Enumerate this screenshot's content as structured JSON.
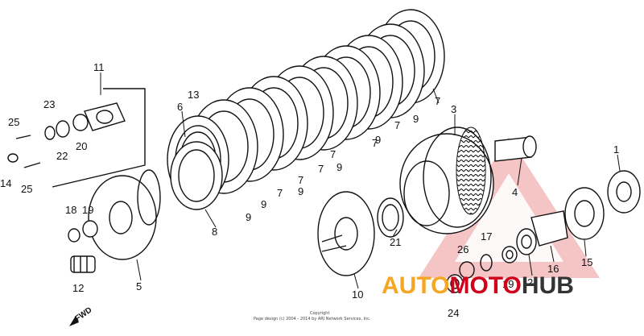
{
  "labels": {
    "p1": "1",
    "p2": "2",
    "p3": "3",
    "p4": "4",
    "p5": "5",
    "p6": "6",
    "p7a": "7",
    "p7b": "7",
    "p7c": "7",
    "p7d": "7",
    "p7e": "7",
    "p7f": "7",
    "p7g": "7",
    "p8": "8",
    "p9a": "9",
    "p9b": "9",
    "p9c": "9",
    "p9d": "9",
    "p9e": "9",
    "p9f": "9",
    "p10": "10",
    "p11": "11",
    "p12": "12",
    "p13": "13",
    "p14": "14",
    "p15": "15",
    "p16": "16",
    "p17": "17",
    "p18": "18",
    "p19a": "19",
    "p19b": "19",
    "p20": "20",
    "p21": "21",
    "p22": "22",
    "p23": "23",
    "p24": "24",
    "p25a": "25",
    "p25b": "25",
    "p26": "26"
  },
  "fwd_label": "FWD",
  "copyright_line1": "Copyright",
  "copyright_line2": "Page design (c) 2004 - 2014 by ARI Network Services, Inc.",
  "watermark": {
    "part1": "AUTO",
    "part2": "MOTO",
    "part3": "HUB",
    "color1": "#f5a623",
    "color2": "#d0021b",
    "color3": "#333333"
  }
}
